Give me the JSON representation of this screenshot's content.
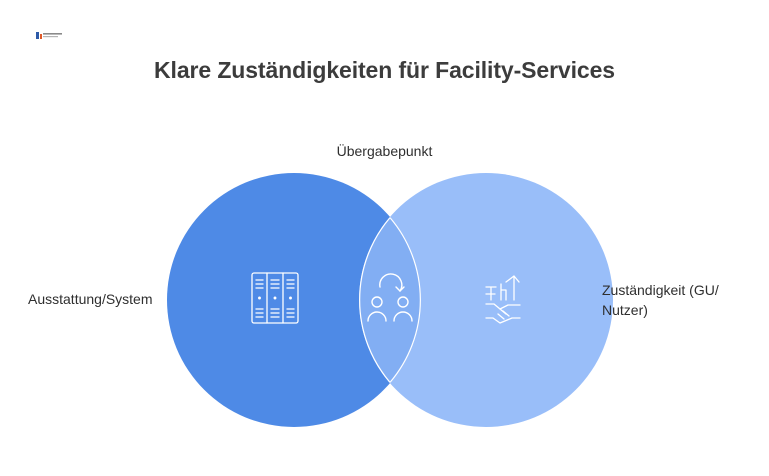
{
  "title": "Klare Zuständigkeiten für Facility-Services",
  "logo": {
    "icon": "brand-logo-icon",
    "text": ""
  },
  "venn": {
    "left": {
      "label": "Ausstattung/System",
      "icon": "server-cabinet-icon",
      "color": "#4e8ae6"
    },
    "overlap": {
      "label": "Übergabepunkt",
      "icon": "people-handover-icon",
      "color": "#82aef3"
    },
    "right": {
      "label_line1": "Zuständigkeit (GU/",
      "label_line2": "Nutzer)",
      "icon": "handshake-building-icon",
      "color": "#99bef9"
    }
  }
}
